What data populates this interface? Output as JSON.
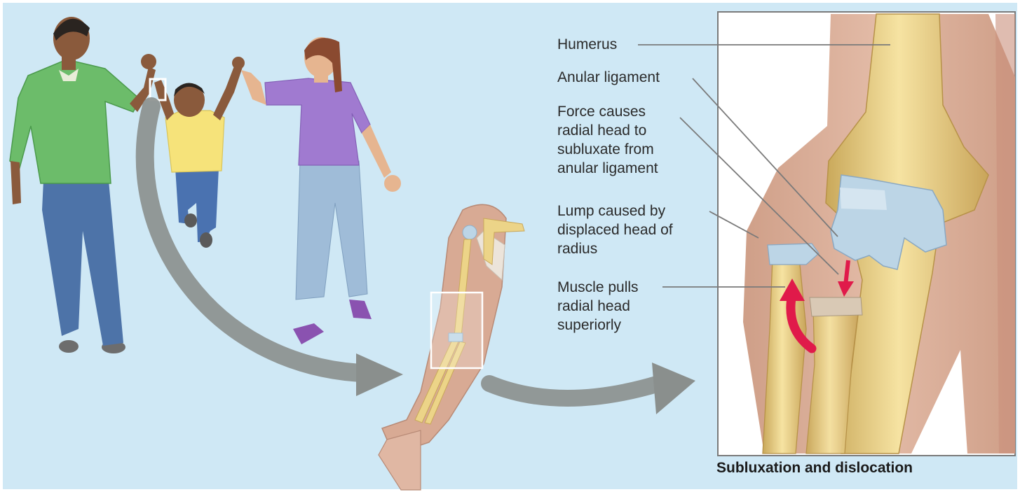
{
  "labels": {
    "humerus": "Humerus",
    "anular": "Anular ligament",
    "force": "Force causes\nradial head to\nsubluxate from\nanular ligament",
    "lump": "Lump caused by\ndisplaced head of\nradius",
    "muscle": "Muscle pulls\nradial head\nsuperiorly"
  },
  "caption": "Subluxation and dislocation",
  "colors": {
    "background": "#cfe8f5",
    "bone": "#ecd488",
    "skin": "#dcb29e",
    "ligament": "#bcd5e6",
    "arrow": "#8a8f8d",
    "motion_arrow": "#e01a4a"
  }
}
